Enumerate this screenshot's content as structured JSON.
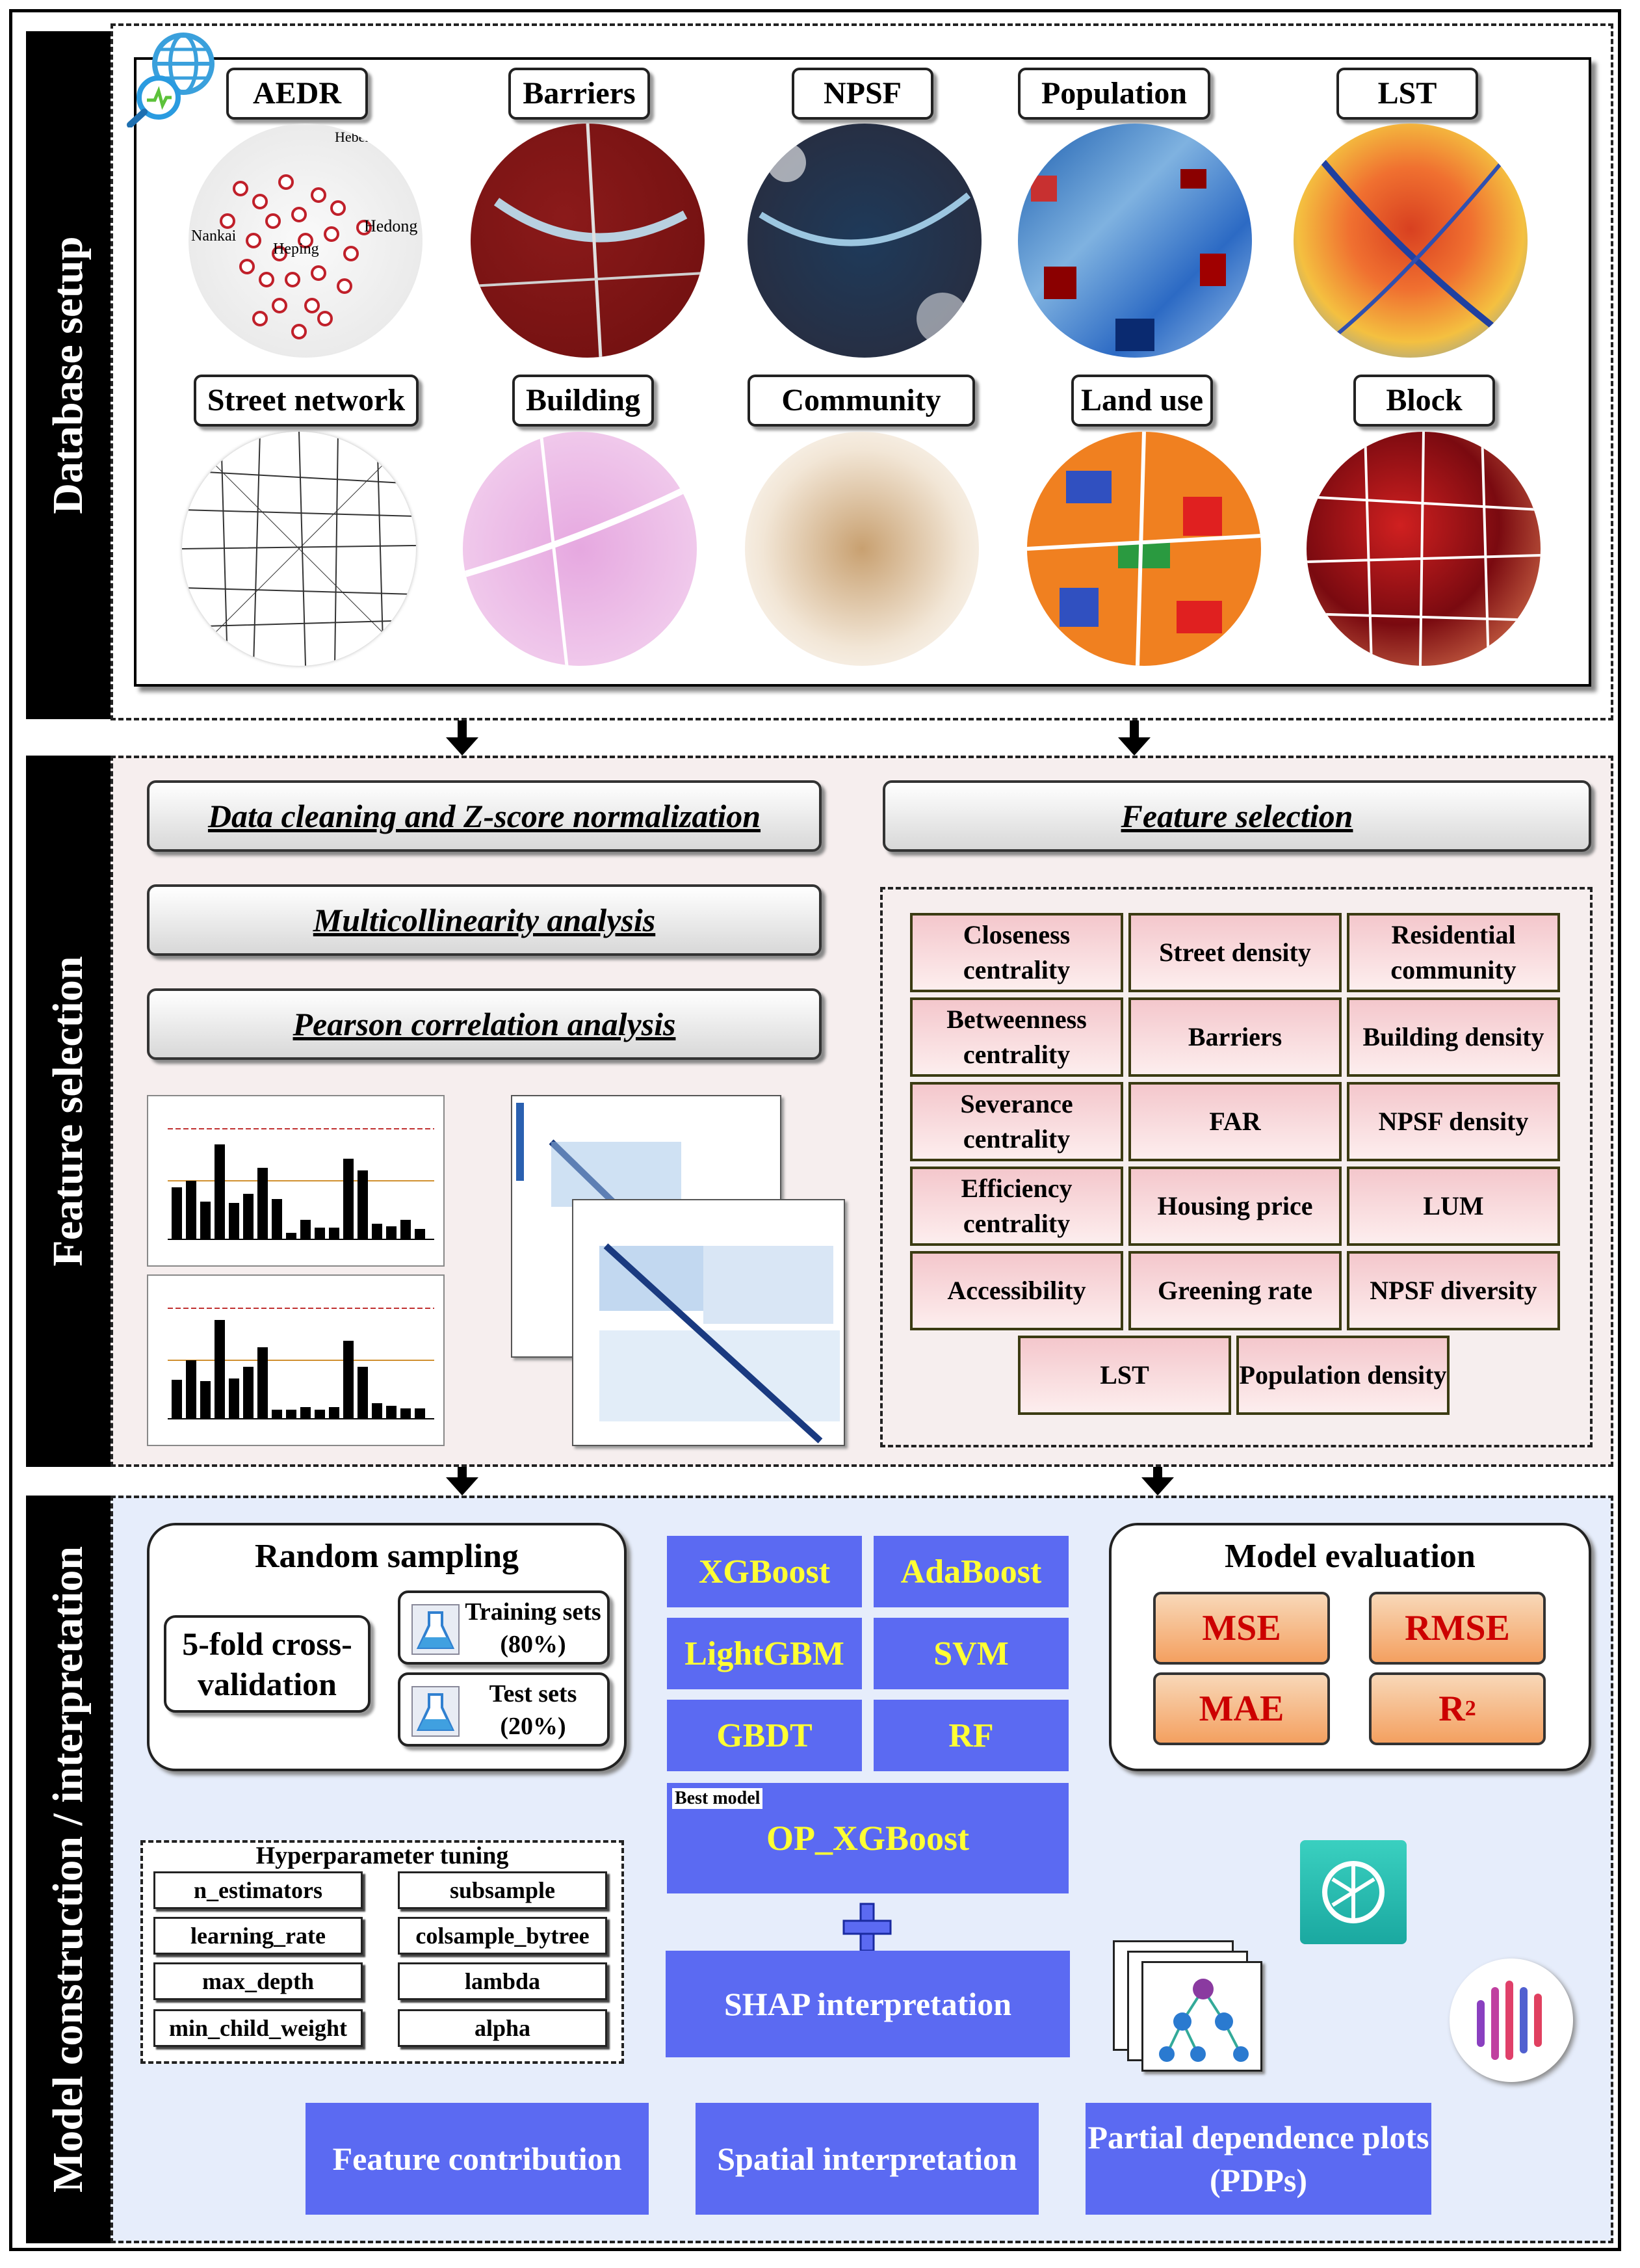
{
  "sections": {
    "database": "Database setup",
    "feature": "Feature selection",
    "model": "Model construction / interpretation"
  },
  "layers": [
    "AEDR",
    "Barriers",
    "NPSF",
    "Population",
    "LST",
    "Street network",
    "Building",
    "Community",
    "Land use",
    "Block"
  ],
  "aedr_map_labels": [
    "Hebei",
    "Nankai",
    "Hedong",
    "Heping"
  ],
  "steps": {
    "cleaning": "Data cleaning and Z-score normalization",
    "multicollinearity": "Multicollinearity analysis",
    "pearson": "Pearson correlation analysis",
    "feature_selection": "Feature selection"
  },
  "features": [
    "Closeness centrality",
    "Street density",
    "Residential community",
    "Betweenness centrality",
    "Barriers",
    "Building density",
    "Severance centrality",
    "FAR",
    "NPSF density",
    "Efficiency centrality",
    "Housing price",
    "LUM",
    "Accessibility",
    "Greening rate",
    "NPSF diversity",
    "LST",
    "Population density"
  ],
  "sampling": {
    "title": "Random sampling",
    "cv": "5-fold cross-validation",
    "train": "Training sets",
    "train_pct": "(80%)",
    "test": "Test sets",
    "test_pct": "(20%)"
  },
  "models": [
    "XGBoost",
    "AdaBoost",
    "LightGBM",
    "SVM",
    "GBDT",
    "RF"
  ],
  "evaluation": {
    "title": "Model evaluation",
    "metrics": [
      "MSE",
      "RMSE",
      "MAE",
      "R"
    ],
    "r2_sup": "2"
  },
  "best": {
    "tag": "Best model",
    "name": "OP_XGBoost"
  },
  "plus": "+",
  "hyper": {
    "title": "Hyperparameter tuning",
    "params": [
      "n_estimators",
      "subsample",
      "learning_rate",
      "colsample_bytree",
      "max_depth",
      "lambda",
      "min_child_weight",
      "alpha"
    ]
  },
  "shap": "SHAP interpretation",
  "outputs": [
    "Feature contribution",
    "Spatial interpretation",
    "Partial dependence plots (PDPs)"
  ],
  "colors": {
    "blue_box": "#5b6af2",
    "yellow_text": "#ffff33",
    "metric_text": "#cc0000"
  }
}
